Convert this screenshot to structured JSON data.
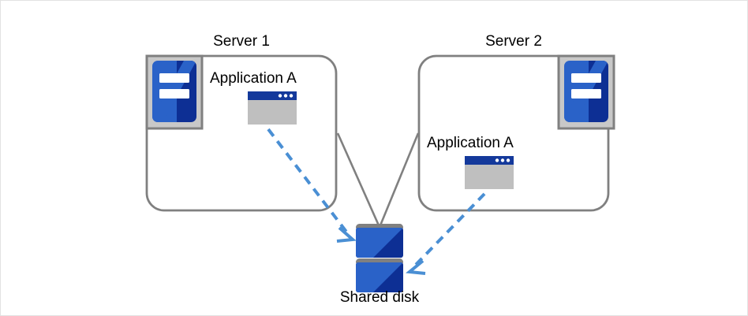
{
  "diagram": {
    "title": "Shared disk cluster diagram",
    "background_color": "#ffffff",
    "border_color": "#e2e2e2"
  },
  "colors": {
    "box_border": "#808080",
    "connector_line": "#808080",
    "arrow_blue": "#4a8fd4",
    "icon_blue_light": "#2a62c8",
    "icon_blue_dark": "#0d2f94",
    "icon_frame_gray": "#c8c8c8",
    "icon_frame_border": "#808080",
    "window_titlebar": "#14399b",
    "window_body": "#bfbfbf",
    "disk_bar_gray": "#808080",
    "text": "#000000"
  },
  "servers": [
    {
      "id": "server-1",
      "title": "Server 1",
      "icon_name": "server-icon",
      "icon_position": "top-left",
      "application": {
        "label": "Application A",
        "icon_name": "application-window-icon",
        "window_dots": 3
      }
    },
    {
      "id": "server-2",
      "title": "Server 2",
      "icon_name": "server-icon",
      "icon_position": "top-right",
      "application": {
        "label": "Application A",
        "icon_name": "application-window-icon",
        "window_dots": 3
      }
    }
  ],
  "storage": {
    "label": "Shared disk",
    "icon_name": "shared-disk-icon",
    "platters": 2
  },
  "connections": [
    {
      "id": "server1-to-disk-link",
      "style": "solid",
      "color": "#808080",
      "from": "server-1",
      "to": "shared-disk"
    },
    {
      "id": "server2-to-disk-link",
      "style": "solid",
      "color": "#808080",
      "from": "server-2",
      "to": "shared-disk"
    },
    {
      "id": "app1-access-arrow",
      "style": "dashed",
      "color": "#4a8fd4",
      "from": "server-1-application-a",
      "to": "shared-disk"
    },
    {
      "id": "app2-access-arrow",
      "style": "dashed",
      "color": "#4a8fd4",
      "from": "server-2-application-a",
      "to": "shared-disk"
    }
  ]
}
